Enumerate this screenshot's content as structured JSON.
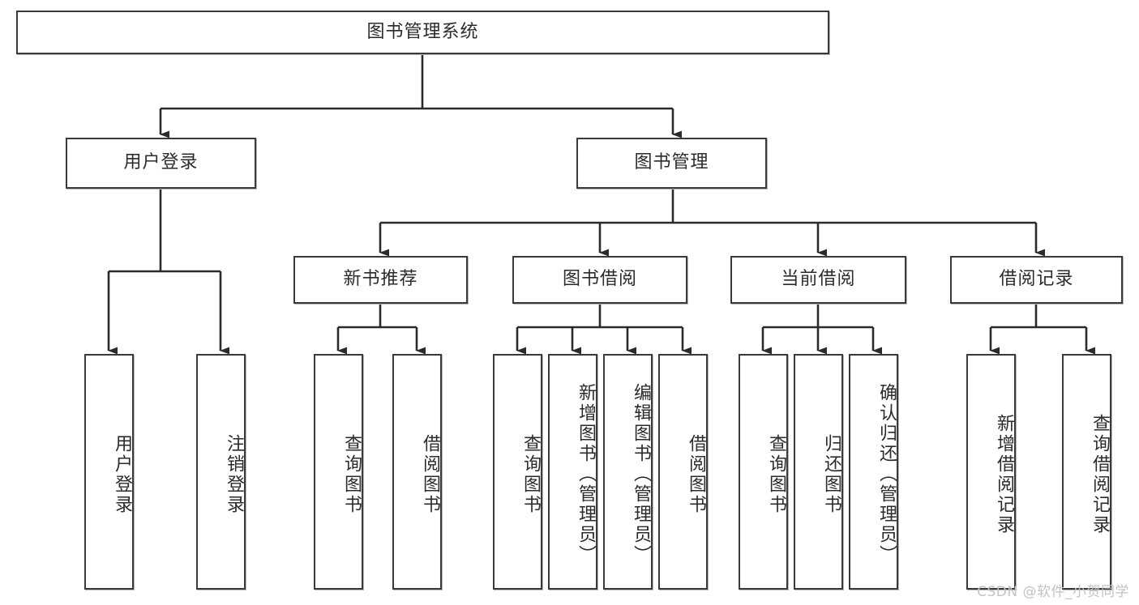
{
  "diagram": {
    "title": "图书管理系统",
    "type": "tree-hierarchy",
    "root": {
      "id": "root",
      "label": "图书管理系统"
    },
    "level2": [
      {
        "id": "user-login",
        "label": "用户登录"
      },
      {
        "id": "book-manage",
        "label": "图书管理"
      }
    ],
    "level3": [
      {
        "id": "new-book-recommend",
        "label": "新书推荐",
        "parent": "book-manage"
      },
      {
        "id": "book-borrow",
        "label": "图书借阅",
        "parent": "book-manage"
      },
      {
        "id": "current-borrow",
        "label": "当前借阅",
        "parent": "book-manage"
      },
      {
        "id": "borrow-record",
        "label": "借阅记录",
        "parent": "book-manage"
      }
    ],
    "leaves": [
      {
        "id": "leaf-user-login",
        "label": "用户登录",
        "parent": "user-login"
      },
      {
        "id": "leaf-user-logout",
        "label": "注销登录",
        "parent": "user-login"
      },
      {
        "id": "leaf-query-book-1",
        "label": "查询图书",
        "parent": "new-book-recommend"
      },
      {
        "id": "leaf-borrow-book-1",
        "label": "借阅图书",
        "parent": "new-book-recommend"
      },
      {
        "id": "leaf-query-book-2",
        "label": "查询图书",
        "parent": "book-borrow"
      },
      {
        "id": "leaf-add-book",
        "label": "新增图书（管理员）",
        "parent": "book-borrow"
      },
      {
        "id": "leaf-edit-book",
        "label": "编辑图书（管理员）",
        "parent": "book-borrow"
      },
      {
        "id": "leaf-borrow-book-2",
        "label": "借阅图书",
        "parent": "book-borrow"
      },
      {
        "id": "leaf-query-book-3",
        "label": "查询图书",
        "parent": "current-borrow"
      },
      {
        "id": "leaf-return-book",
        "label": "归还图书",
        "parent": "current-borrow"
      },
      {
        "id": "leaf-confirm-return",
        "label": "确认归还（管理员）",
        "parent": "current-borrow"
      },
      {
        "id": "leaf-add-record",
        "label": "新增借阅记录",
        "parent": "borrow-record"
      },
      {
        "id": "leaf-query-record",
        "label": "查询借阅记录",
        "parent": "borrow-record"
      }
    ]
  },
  "watermark": {
    "text": "CSDN @软件_小贺同学"
  },
  "colors": {
    "box_border": "#3a3a3a",
    "box_fill": "#ffffff",
    "edge": "#2b2b2b",
    "text": "#2b2b2b",
    "watermark": "#c3c3c3",
    "background": "#ffffff"
  }
}
